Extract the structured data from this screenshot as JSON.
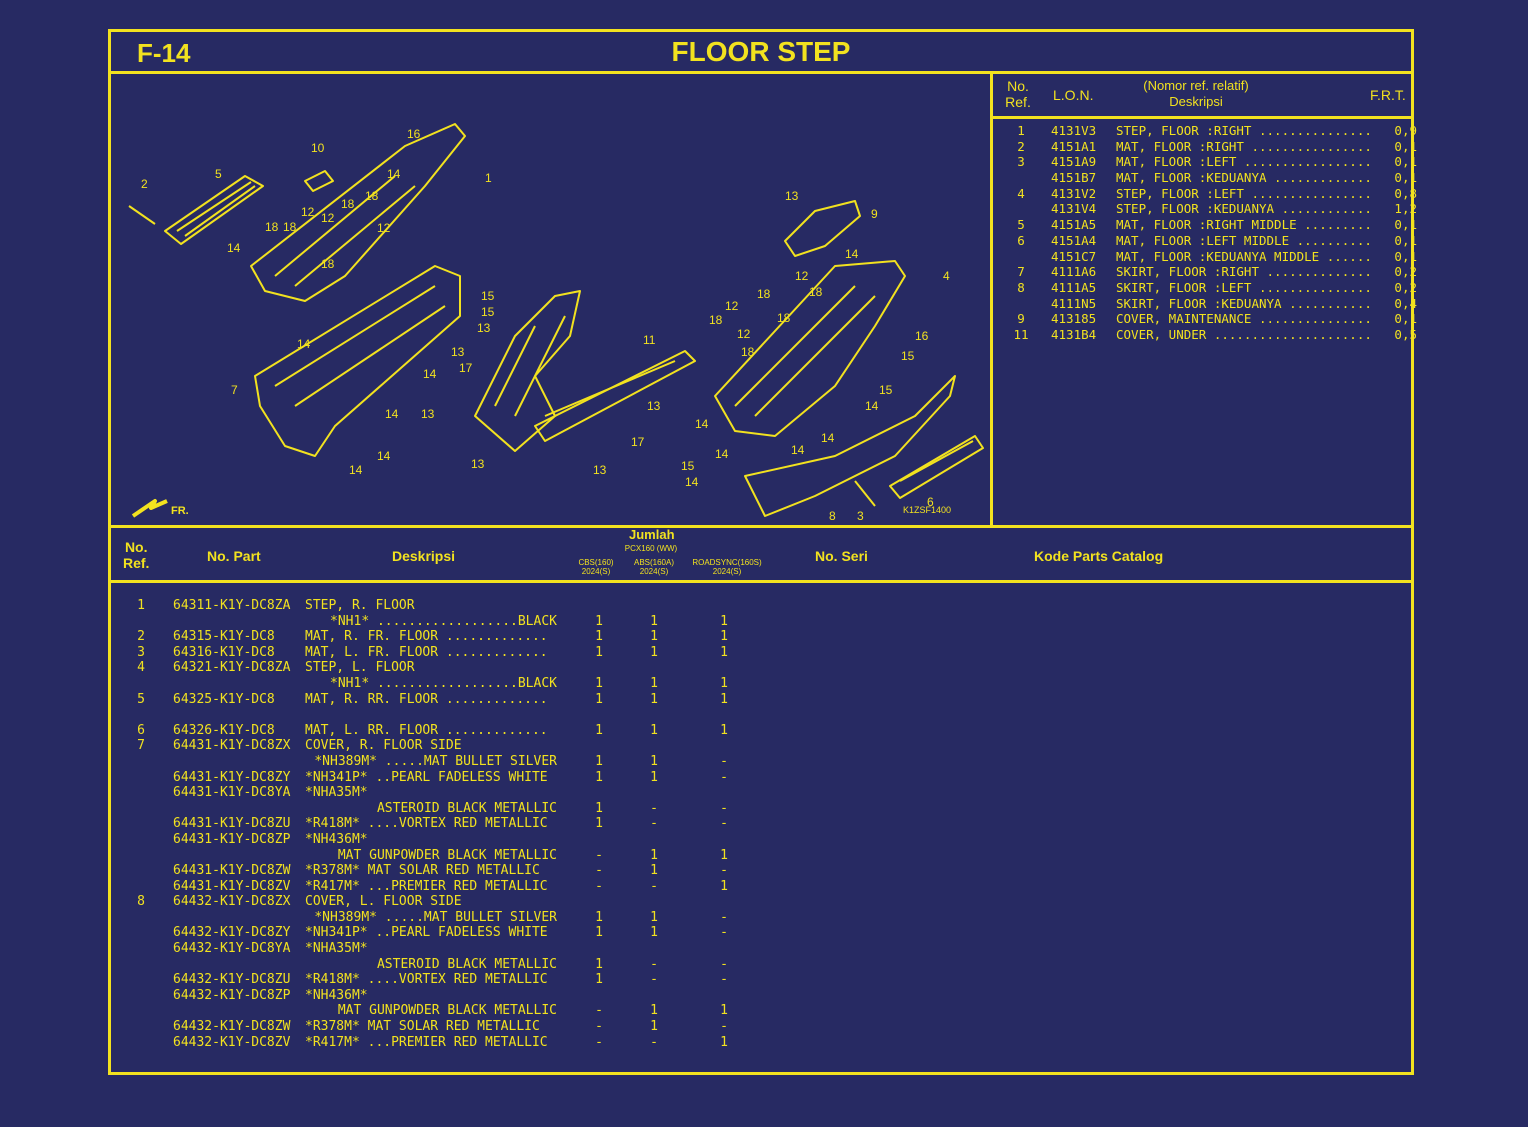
{
  "header": {
    "code": "F-14",
    "title": "FLOOR STEP"
  },
  "diagram": {
    "figure_code": "K1ZSF1400",
    "direction_label": "FR.",
    "callouts": [
      "1",
      "2",
      "3",
      "4",
      "5",
      "6",
      "7",
      "8",
      "9",
      "10",
      "11",
      "12",
      "13",
      "14",
      "15",
      "16",
      "17",
      "18"
    ]
  },
  "frt_table": {
    "headers": {
      "ref_line1": "No.",
      "ref_line2": "Ref.",
      "lon": "L.O.N.",
      "desc_line1": "(Nomor ref. relatif)",
      "desc_line2": "Deskripsi",
      "frt": "F.R.T."
    },
    "rows": [
      {
        "ref": "1",
        "lon": "4131V3",
        "desc": "STEP, FLOOR :RIGHT ...............",
        "frt": "0,9"
      },
      {
        "ref": "2",
        "lon": "4151A1",
        "desc": "MAT, FLOOR :RIGHT ................",
        "frt": "0,1"
      },
      {
        "ref": "3",
        "lon": "4151A9",
        "desc": "MAT, FLOOR :LEFT .................",
        "frt": "0,1"
      },
      {
        "ref": "",
        "lon": "4151B7",
        "desc": "MAT, FLOOR :KEDUANYA .............",
        "frt": "0,1"
      },
      {
        "ref": "4",
        "lon": "4131V2",
        "desc": "STEP, FLOOR :LEFT ................",
        "frt": "0,8"
      },
      {
        "ref": "",
        "lon": "4131V4",
        "desc": "STEP, FLOOR :KEDUANYA ............",
        "frt": "1,2"
      },
      {
        "ref": "5",
        "lon": "4151A5",
        "desc": "MAT, FLOOR :RIGHT MIDDLE .........",
        "frt": "0,1"
      },
      {
        "ref": "6",
        "lon": "4151A4",
        "desc": "MAT, FLOOR :LEFT MIDDLE ..........",
        "frt": "0,1"
      },
      {
        "ref": "",
        "lon": "4151C7",
        "desc": "MAT, FLOOR :KEDUANYA MIDDLE ......",
        "frt": "0,1"
      },
      {
        "ref": "7",
        "lon": "4111A6",
        "desc": "SKIRT, FLOOR :RIGHT ..............",
        "frt": "0,2"
      },
      {
        "ref": "8",
        "lon": "4111A5",
        "desc": "SKIRT, FLOOR :LEFT ...............",
        "frt": "0,2"
      },
      {
        "ref": "",
        "lon": "4111N5",
        "desc": "SKIRT, FLOOR :KEDUANYA ...........",
        "frt": "0,4"
      },
      {
        "ref": "9",
        "lon": "413185",
        "desc": "COVER, MAINTENANCE ...............",
        "frt": "0,1"
      },
      {
        "ref": "11",
        "lon": "4131B4",
        "desc": "COVER, UNDER .....................",
        "frt": "0,5"
      }
    ]
  },
  "parts_table": {
    "headers": {
      "ref_line1": "No.",
      "ref_line2": "Ref.",
      "part": "No. Part",
      "desc": "Deskripsi",
      "jumlah": "Jumlah",
      "model": "PCX160 (WW)",
      "col1_line1": "CBS(160)",
      "col1_line2": "2024(S)",
      "col2_line1": "ABS(160A)",
      "col2_line2": "2024(S)",
      "col3_line1": "ROADSYNC(160S)",
      "col3_line2": "2024(S)",
      "serial": "No. Seri",
      "catalog": "Kode Parts Catalog"
    },
    "rows": [
      {
        "ref": "1",
        "part": "64311-K1Y-DC8ZA",
        "desc": "STEP, R. FLOOR",
        "q1": "",
        "q2": "",
        "q3": ""
      },
      {
        "ref": "",
        "part": "",
        "desc": "*NH1* ..................BLACK",
        "q1": "1",
        "q2": "1",
        "q3": "1",
        "right": true
      },
      {
        "ref": "2",
        "part": "64315-K1Y-DC8",
        "desc": "MAT, R. FR. FLOOR .............",
        "q1": "1",
        "q2": "1",
        "q3": "1"
      },
      {
        "ref": "3",
        "part": "64316-K1Y-DC8",
        "desc": "MAT, L. FR. FLOOR .............",
        "q1": "1",
        "q2": "1",
        "q3": "1"
      },
      {
        "ref": "4",
        "part": "64321-K1Y-DC8ZA",
        "desc": "STEP, L. FLOOR",
        "q1": "",
        "q2": "",
        "q3": ""
      },
      {
        "ref": "",
        "part": "",
        "desc": "*NH1* ..................BLACK",
        "q1": "1",
        "q2": "1",
        "q3": "1",
        "right": true
      },
      {
        "ref": "5",
        "part": "64325-K1Y-DC8",
        "desc": "MAT, R. RR. FLOOR .............",
        "q1": "1",
        "q2": "1",
        "q3": "1"
      },
      {
        "ref": "",
        "part": "",
        "desc": "",
        "q1": "",
        "q2": "",
        "q3": ""
      },
      {
        "ref": "6",
        "part": "64326-K1Y-DC8",
        "desc": "MAT, L. RR. FLOOR .............",
        "q1": "1",
        "q2": "1",
        "q3": "1"
      },
      {
        "ref": "7",
        "part": "64431-K1Y-DC8ZX",
        "desc": "COVER, R. FLOOR SIDE",
        "q1": "",
        "q2": "",
        "q3": ""
      },
      {
        "ref": "",
        "part": "",
        "desc": "*NH389M* .....MAT BULLET SILVER",
        "q1": "1",
        "q2": "1",
        "q3": "-",
        "right": true
      },
      {
        "ref": "",
        "part": "64431-K1Y-DC8ZY",
        "desc": "*NH341P* ..PEARL FADELESS WHITE",
        "q1": "1",
        "q2": "1",
        "q3": "-"
      },
      {
        "ref": "",
        "part": "64431-K1Y-DC8YA",
        "desc": "*NHA35M*",
        "q1": "",
        "q2": "",
        "q3": ""
      },
      {
        "ref": "",
        "part": "",
        "desc": "ASTEROID BLACK METALLIC",
        "q1": "1",
        "q2": "-",
        "q3": "-",
        "right": true
      },
      {
        "ref": "",
        "part": "64431-K1Y-DC8ZU",
        "desc": "*R418M* ....VORTEX RED METALLIC",
        "q1": "1",
        "q2": "-",
        "q3": "-"
      },
      {
        "ref": "",
        "part": "64431-K1Y-DC8ZP",
        "desc": "*NH436M*",
        "q1": "",
        "q2": "",
        "q3": ""
      },
      {
        "ref": "",
        "part": "",
        "desc": "MAT GUNPOWDER BLACK METALLIC",
        "q1": "-",
        "q2": "1",
        "q3": "1",
        "right": true
      },
      {
        "ref": "",
        "part": "64431-K1Y-DC8ZW",
        "desc": "*R378M* MAT SOLAR RED METALLIC",
        "q1": "-",
        "q2": "1",
        "q3": "-"
      },
      {
        "ref": "",
        "part": "64431-K1Y-DC8ZV",
        "desc": "*R417M* ...PREMIER RED METALLIC",
        "q1": "-",
        "q2": "-",
        "q3": "1"
      },
      {
        "ref": "8",
        "part": "64432-K1Y-DC8ZX",
        "desc": "COVER, L. FLOOR SIDE",
        "q1": "",
        "q2": "",
        "q3": ""
      },
      {
        "ref": "",
        "part": "",
        "desc": "*NH389M* .....MAT BULLET SILVER",
        "q1": "1",
        "q2": "1",
        "q3": "-",
        "right": true
      },
      {
        "ref": "",
        "part": "64432-K1Y-DC8ZY",
        "desc": "*NH341P* ..PEARL FADELESS WHITE",
        "q1": "1",
        "q2": "1",
        "q3": "-"
      },
      {
        "ref": "",
        "part": "64432-K1Y-DC8YA",
        "desc": "*NHA35M*",
        "q1": "",
        "q2": "",
        "q3": ""
      },
      {
        "ref": "",
        "part": "",
        "desc": "ASTEROID BLACK METALLIC",
        "q1": "1",
        "q2": "-",
        "q3": "-",
        "right": true
      },
      {
        "ref": "",
        "part": "64432-K1Y-DC8ZU",
        "desc": "*R418M* ....VORTEX RED METALLIC",
        "q1": "1",
        "q2": "-",
        "q3": "-"
      },
      {
        "ref": "",
        "part": "64432-K1Y-DC8ZP",
        "desc": "*NH436M*",
        "q1": "",
        "q2": "",
        "q3": ""
      },
      {
        "ref": "",
        "part": "",
        "desc": "MAT GUNPOWDER BLACK METALLIC",
        "q1": "-",
        "q2": "1",
        "q3": "1",
        "right": true
      },
      {
        "ref": "",
        "part": "64432-K1Y-DC8ZW",
        "desc": "*R378M* MAT SOLAR RED METALLIC",
        "q1": "-",
        "q2": "1",
        "q3": "-"
      },
      {
        "ref": "",
        "part": "64432-K1Y-DC8ZV",
        "desc": "*R417M* ...PREMIER RED METALLIC",
        "q1": "-",
        "q2": "-",
        "q3": "1"
      }
    ]
  },
  "colors": {
    "background": "#272a63",
    "ink": "#f2e21f"
  }
}
